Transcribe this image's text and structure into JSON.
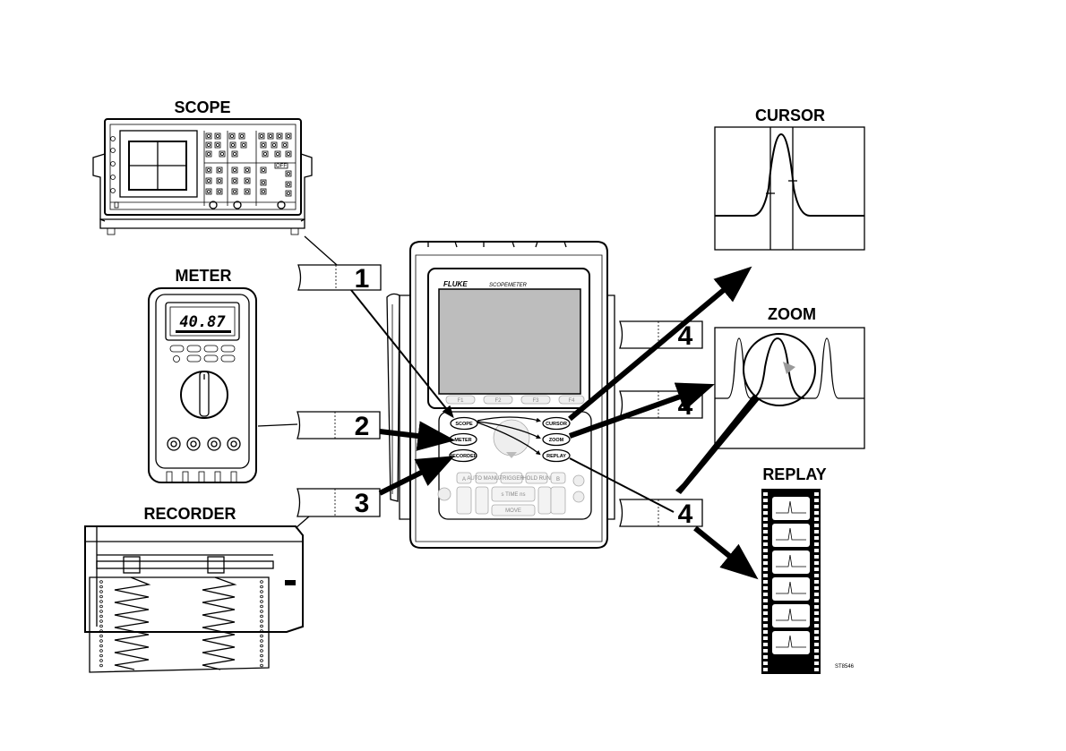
{
  "labels": {
    "scope": "SCOPE",
    "meter": "METER",
    "recorder": "RECORDER",
    "cursor": "CURSOR",
    "zoom": "ZOOM",
    "replay": "REPLAY"
  },
  "callouts": {
    "c1": "1",
    "c2": "2",
    "c3": "3",
    "c4a": "4",
    "c4b": "4",
    "c4c": "4"
  },
  "instrument": {
    "brand": "FLUKE",
    "model": "SCOPEMETER",
    "fkeys": [
      "F1",
      "F2",
      "F3",
      "F4"
    ],
    "mode_keys": {
      "scope": "SCOPE",
      "meter": "METER",
      "recorder": "RECORDER"
    },
    "function_keys": {
      "cursor": "CURSOR",
      "zoom": "ZOOM",
      "replay": "REPLAY"
    },
    "lower_keys": {
      "a": "A",
      "b": "B",
      "auto_manual": "AUTO MANUAL",
      "trigger": "TRIGGER",
      "hold_run": "HOLD RUN",
      "time_base": "s TIME ns",
      "move": "MOVE"
    }
  },
  "meter": {
    "reading": "40.87"
  },
  "scope_panel": {
    "tag": "OFF"
  },
  "figure_id": "ST8546"
}
